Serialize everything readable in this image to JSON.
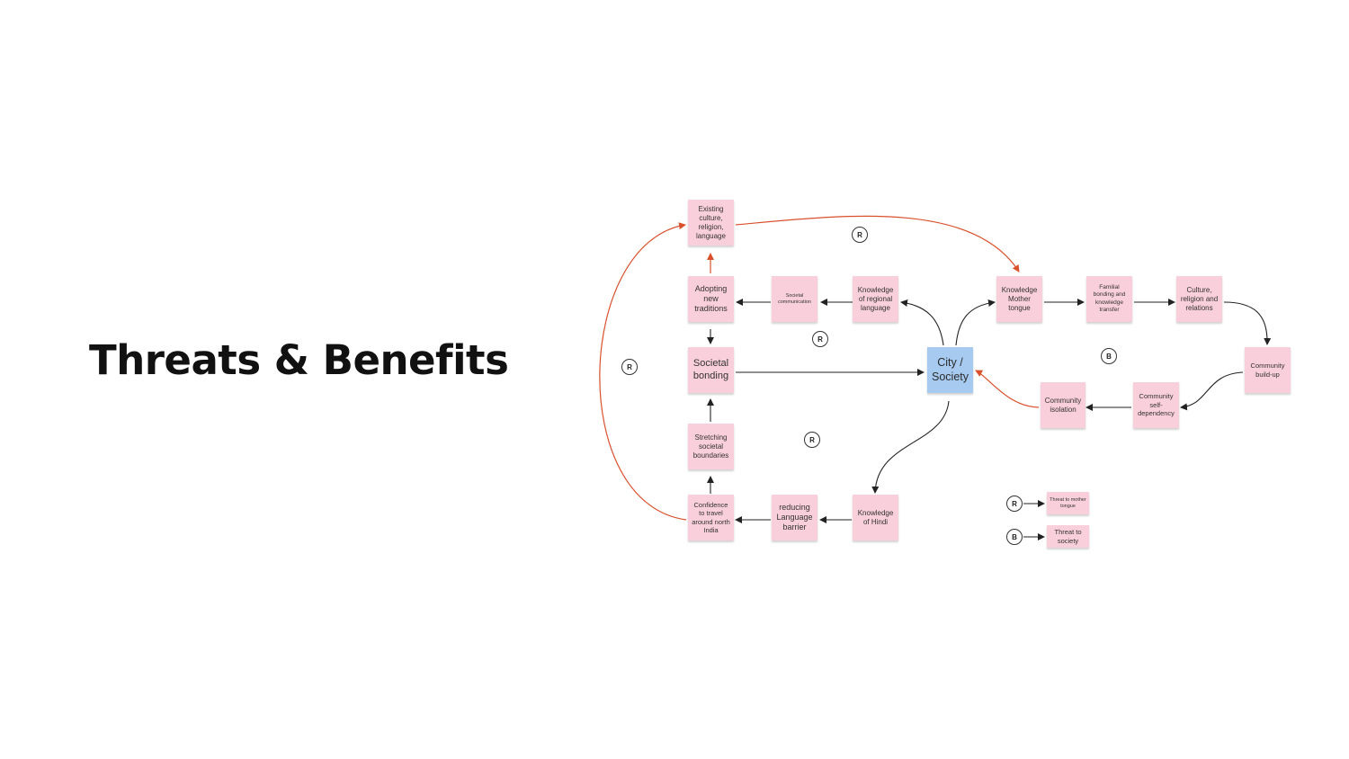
{
  "slide": {
    "title": "Threats & Benefits"
  },
  "diagram": {
    "nodes": {
      "existing_culture": "Existing culture, religion, language",
      "adopting_traditions": "Adopting new traditions",
      "societal_communication": "Societal communication",
      "knowledge_regional": "Knowledge of regional language",
      "knowledge_mother_tongue": "Knowledge Mother tongue",
      "familial_bonding": "Familial bonding and knowledge transfer",
      "culture_relations": "Culture, religion and relations",
      "societal_bonding": "Societal bonding",
      "city_society": "City / Society",
      "community_buildup": "Community build-up",
      "community_isolation": "Community isolation",
      "community_self_dependency": "Community self-dependency",
      "stretching_boundaries": "Stretching societal boundaries",
      "confidence_travel": "Confidence to travel around north India",
      "reducing_barrier": "reducing Language barrier",
      "knowledge_hindi": "Knowledge of Hindi"
    },
    "loop_markers": [
      "R",
      "R",
      "R",
      "B",
      "R"
    ],
    "legend": {
      "reinforcing": {
        "marker": "R",
        "label": "Threat to mother tongue"
      },
      "balancing": {
        "marker": "B",
        "label": "Threat to society"
      }
    },
    "colors": {
      "note_pink": "#f9cfdc",
      "note_blue": "#a7cbf0",
      "arrow_black": "#222222",
      "arrow_red": "#d9502b"
    }
  }
}
